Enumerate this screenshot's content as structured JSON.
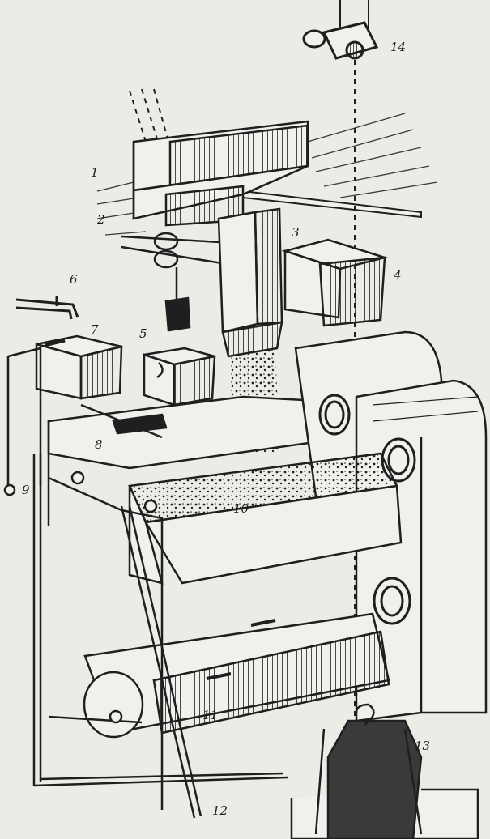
{
  "colors": {
    "paper": "#ecebe6",
    "ink": "#1f1f1f",
    "accent": "#8c8c8c"
  },
  "callouts": [
    {
      "id": "1",
      "text": "1"
    },
    {
      "id": "2",
      "text": "2"
    },
    {
      "id": "3",
      "text": "3"
    },
    {
      "id": "4",
      "text": "4"
    },
    {
      "id": "5",
      "text": "5"
    },
    {
      "id": "6",
      "text": "6"
    },
    {
      "id": "7",
      "text": "7"
    },
    {
      "id": "8",
      "text": "8"
    },
    {
      "id": "9",
      "text": "9"
    },
    {
      "id": "10",
      "text": "10"
    },
    {
      "id": "11",
      "text": "11"
    },
    {
      "id": "12",
      "text": "12"
    },
    {
      "id": "13",
      "text": "13"
    },
    {
      "id": "14",
      "text": "14"
    }
  ]
}
